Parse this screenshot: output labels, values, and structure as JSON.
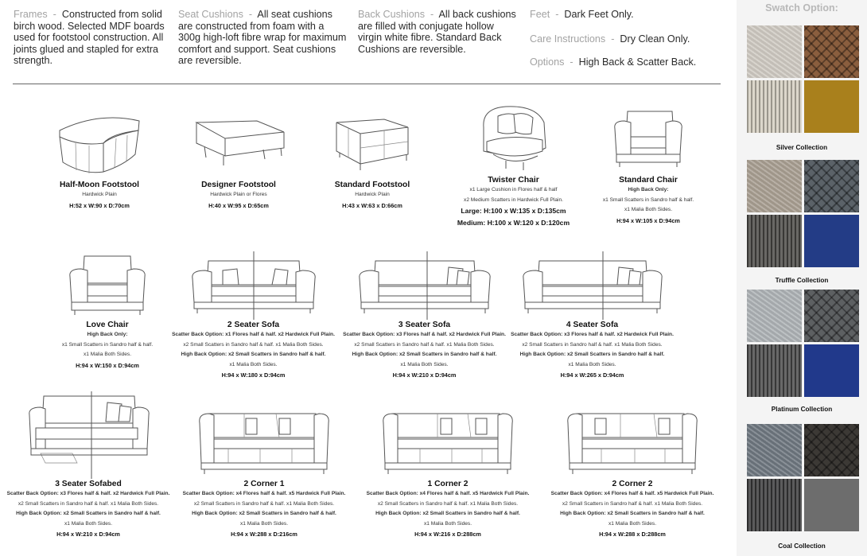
{
  "specs": [
    {
      "key": "Frames",
      "text": "Constructed from solid birch wood. Selected MDF boards used for footstool construction. All joints glued and stapled for extra strength."
    },
    {
      "key": "Seat Cushions",
      "text": "All seat cushions are constructed from foam with a 300g high-loft fibre wrap for maximum comfort and support. Seat cushions are reversible."
    },
    {
      "key": "Back Cushions",
      "text": "All back cushions are filled with conjugate hollow virgin white fibre. Standard Back Cushions are reversible."
    },
    {
      "key": "Feet",
      "text": "Dark Feet Only."
    },
    {
      "key": "Care Instructions",
      "text": "Dry Clean Only."
    },
    {
      "key": "Options",
      "text": "High Back & Scatter Back."
    }
  ],
  "swatches": {
    "title": "Swatch Option:",
    "collections": [
      {
        "name": "Silver Collection",
        "colors": [
          "#cfcac2",
          "#8a5e3e",
          "#d6d0c2",
          "#a9801c"
        ]
      },
      {
        "name": "Truffle Collection",
        "colors": [
          "#a99f92",
          "#5b6268",
          "#4f4d4a",
          "#233c86"
        ]
      },
      {
        "name": "Platinum Collection",
        "colors": [
          "#aeb3b6",
          "#5d6062",
          "#4d4d4d",
          "#21398b"
        ]
      },
      {
        "name": "Coal Collection",
        "colors": [
          "#6f7780",
          "#3c3935",
          "#3e3e3f",
          "#6d6d6d"
        ]
      }
    ]
  },
  "products": [
    {
      "name": "Half-Moon Footstool",
      "lines": [
        "Hardwick Plain"
      ],
      "dims": [
        "H:52 x W:90 x D:70cm"
      ]
    },
    {
      "name": "Designer Footstool",
      "lines": [
        "Hardwick Plain or Flores"
      ],
      "dims": [
        "H:40 x W:95 x D:65cm"
      ]
    },
    {
      "name": "Standard Footstool",
      "lines": [
        "Hardwick Plain"
      ],
      "dims": [
        "H:43 x W:63 x D:66cm"
      ]
    },
    {
      "name": "Twister Chair",
      "lines": [
        "x1 Large Cushion in Flores half & half",
        "x2 Medium Scatters in Hardwick Full Plain."
      ],
      "dims": [
        "Large: H:100 x W:135 x D:135cm",
        "Medium: H:100 x W:120 x D:120cm"
      ]
    },
    {
      "name": "Standard Chair",
      "lines": [
        "High Back Only:",
        "x1 Small Scatters in Sandro half & half.",
        "x1 Malia Both Sides."
      ],
      "dims": [
        "H:94 x W:105 x D:94cm"
      ]
    },
    {
      "name": "Love Chair",
      "lines": [
        "High Back Only:",
        "x1 Small Scatters in Sandro half & half.",
        "x1 Malia Both Sides."
      ],
      "dims": [
        "H:94 x W:150 x D:94cm"
      ]
    },
    {
      "name": "2 Seater Sofa",
      "lines": [
        "Scatter Back Option: x1 Flores half & half. x2 Hardwick Full Plain.",
        "x2 Small Scatters in Sandro half & half. x1 Malia Both Sides.",
        "High Back Option: x2 Small Scatters in Sandro half & half.",
        "x1 Malia Both Sides."
      ],
      "dims": [
        "H:94 x W:180 x D:94cm"
      ]
    },
    {
      "name": "3 Seater Sofa",
      "lines": [
        "Scatter Back Option: x3 Flores half & half. x2 Hardwick Full Plain.",
        "x2 Small Scatters in Sandro half & half. x1 Malia Both Sides.",
        "High Back Option: x2 Small Scatters in Sandro half & half.",
        "x1 Malia Both Sides."
      ],
      "dims": [
        "H:94 x W:210 x D:94cm"
      ]
    },
    {
      "name": "4 Seater Sofa",
      "lines": [
        "Scatter Back Option: x3 Flores half & half. x2 Hardwick Full Plain.",
        "x2 Small Scatters in Sandro half & half. x1 Malia Both Sides.",
        "High Back Option: x2 Small Scatters in Sandro half & half.",
        "x1 Malia Both Sides."
      ],
      "dims": [
        "H:94 x W:265 x D:94cm"
      ]
    },
    {
      "name": "3 Seater Sofabed",
      "lines": [
        "Scatter Back Option: x3 Flores half & half. x2 Hardwick Full Plain.",
        "x2 Small Scatters in Sandro half & half. x1 Malia Both Sides.",
        "High Back Option: x2 Small Scatters in Sandro half & half.",
        "x1 Malia Both Sides."
      ],
      "dims": [
        "H:94 x W:210 x D:94cm"
      ]
    },
    {
      "name": "2 Corner 1",
      "lines": [
        "Scatter Back Option: x4 Flores half & half. x5 Hardwick Full Plain.",
        "x2 Small Scatters in Sandro half & half. x1 Malia Both Sides.",
        "High Back Option: x2 Small Scatters in Sandro half & half.",
        "x1 Malia Both Sides."
      ],
      "dims": [
        "H:94 x W:288 x D:216cm"
      ]
    },
    {
      "name": "1 Corner 2",
      "lines": [
        "Scatter Back Option: x4 Flores half & half. x5 Hardwick Full Plain.",
        "x2 Small Scatters in Sandro half & half. x1 Malia Both Sides.",
        "High Back Option: x2 Small Scatters in Sandro half & half.",
        "x1 Malia Both Sides."
      ],
      "dims": [
        "H:94 x W:216 x D:288cm"
      ]
    },
    {
      "name": "2 Corner 2",
      "lines": [
        "Scatter Back Option: x4 Flores half & half. x5 Hardwick Full Plain.",
        "x2 Small Scatters in Sandro half & half. x1 Malia Both Sides.",
        "High Back Option: x2 Small Scatters in Sandro half & half.",
        "x1 Malia Both Sides."
      ],
      "dims": [
        "H:94 x W:288 x D:288cm"
      ]
    }
  ]
}
